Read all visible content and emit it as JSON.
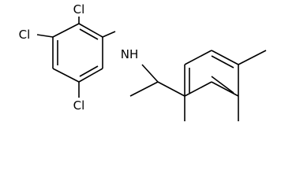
{
  "molecule": {
    "atoms": {
      "cl_top": "Cl",
      "cl_left": "Cl",
      "cl_bottom": "Cl",
      "nh": "NH"
    }
  }
}
